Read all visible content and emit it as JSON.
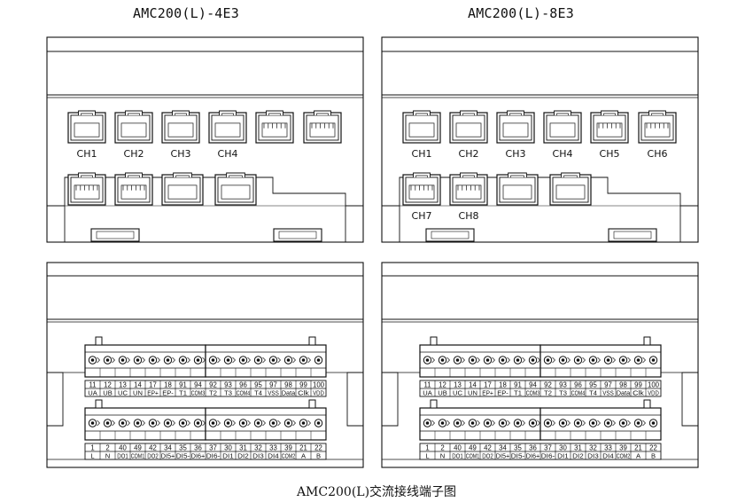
{
  "titles": {
    "left": "AMC200(L)-4E3",
    "right": "AMC200(L)-8E3"
  },
  "caption": "AMC200(L)交流接线端子图",
  "left_device": {
    "ports": [
      "CH1",
      "CH2",
      "CH3",
      "CH4"
    ]
  },
  "right_device": {
    "ports": [
      "CH1",
      "CH2",
      "CH3",
      "CH4",
      "CH5",
      "CH6",
      "CH7",
      "CH8"
    ]
  },
  "terminals": {
    "upper_numbers": [
      "11",
      "12",
      "13",
      "14",
      "17",
      "18",
      "91",
      "94",
      "92",
      "93",
      "96",
      "95",
      "97",
      "98",
      "99",
      "100"
    ],
    "upper_signals": [
      "UA",
      "UB",
      "UC",
      "UN",
      "EP+",
      "EP-",
      "T1",
      "COM3",
      "T2",
      "T3",
      "COM4",
      "T4",
      "VSS",
      "Data",
      "Clk",
      "VDD"
    ],
    "lower_numbers": [
      "1",
      "2",
      "40",
      "49",
      "42",
      "34",
      "35",
      "36",
      "37",
      "30",
      "31",
      "32",
      "33",
      "39",
      "21",
      "22"
    ],
    "lower_signals": [
      "L",
      "N",
      "DO1",
      "COM1",
      "DO2",
      "DI5+",
      "DI5-",
      "DI6+",
      "DI6-",
      "DI1",
      "DI2",
      "DI3",
      "DI4",
      "COM2",
      "A",
      "B"
    ]
  }
}
